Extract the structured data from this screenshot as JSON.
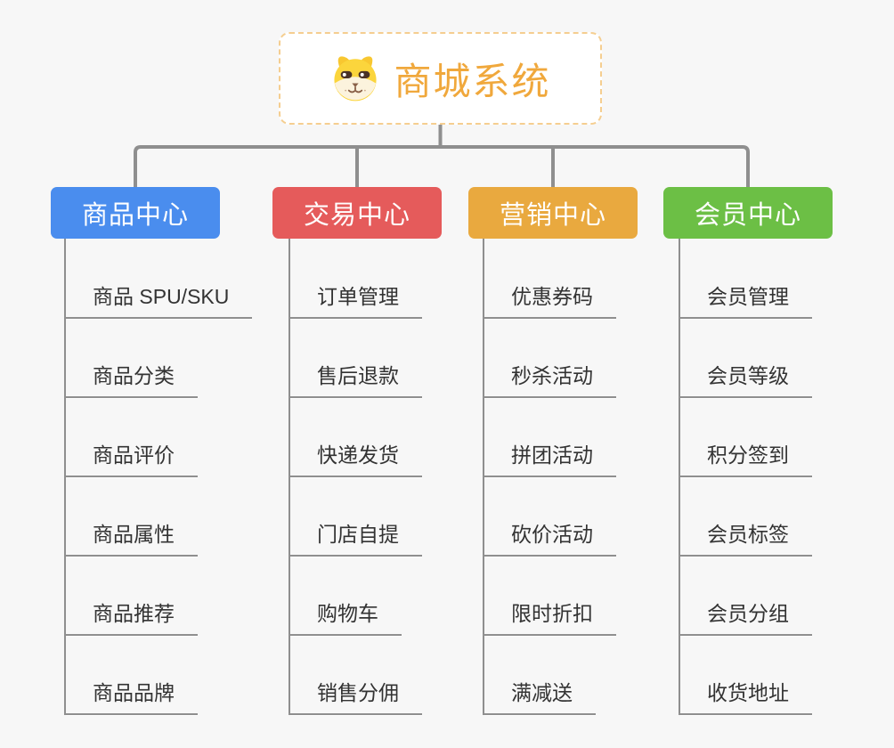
{
  "page": {
    "background_color": "#f7f7f7",
    "connector_color": "#8f8f8f"
  },
  "root": {
    "title": "商城系统",
    "title_color": "#f0a83c",
    "border_color": "#f5ce90",
    "icon": "dog-face-icon"
  },
  "branches": [
    {
      "label": "商品中心",
      "color": "#4a8dee",
      "items": [
        "商品 SPU/SKU",
        "商品分类",
        "商品评价",
        "商品属性",
        "商品推荐",
        "商品品牌"
      ]
    },
    {
      "label": "交易中心",
      "color": "#e55b5b",
      "items": [
        "订单管理",
        "售后退款",
        "快递发货",
        "门店自提",
        "购物车",
        "销售分佣"
      ]
    },
    {
      "label": "营销中心",
      "color": "#e9a93f",
      "items": [
        "优惠券码",
        "秒杀活动",
        "拼团活动",
        "砍价活动",
        "限时折扣",
        "满减送"
      ]
    },
    {
      "label": "会员中心",
      "color": "#6cbf45",
      "items": [
        "会员管理",
        "会员等级",
        "积分签到",
        "会员标签",
        "会员分组",
        "收货地址"
      ]
    }
  ]
}
